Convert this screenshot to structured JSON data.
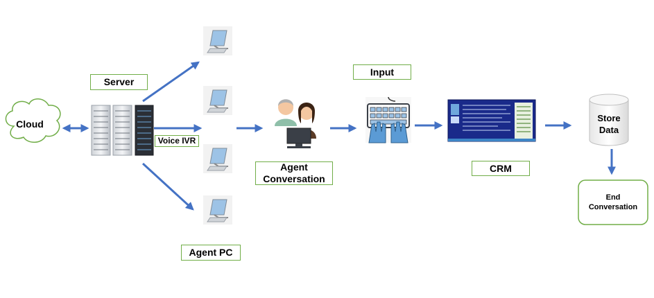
{
  "nodes": {
    "cloud": "Cloud",
    "server": "Server",
    "voice_ivr": "Voice IVR",
    "agent_pc": "Agent PC",
    "agent_conversation_line1": "Agent",
    "agent_conversation_line2": "Conversation",
    "input": "Input",
    "crm": "CRM",
    "store_data_line1": "Store",
    "store_data_line2": "Data",
    "end_conversation_line1": "End",
    "end_conversation_line2": "Conversation"
  },
  "colors": {
    "arrow": "#4472c4",
    "label_border": "#70ad47",
    "crm_screen": "#1a2a8a",
    "keyboard_keys": "#9dc3e6",
    "glove": "#5b9bd5"
  },
  "icons": {
    "cloud": "cloud-shape",
    "server": "server-rack-icon",
    "agent_pc": "computer-monitor-icon",
    "agents": "call-center-agents-icon",
    "keyboard": "keyboard-typing-icon",
    "crm": "crm-screen-icon",
    "database": "database-cylinder-icon"
  }
}
